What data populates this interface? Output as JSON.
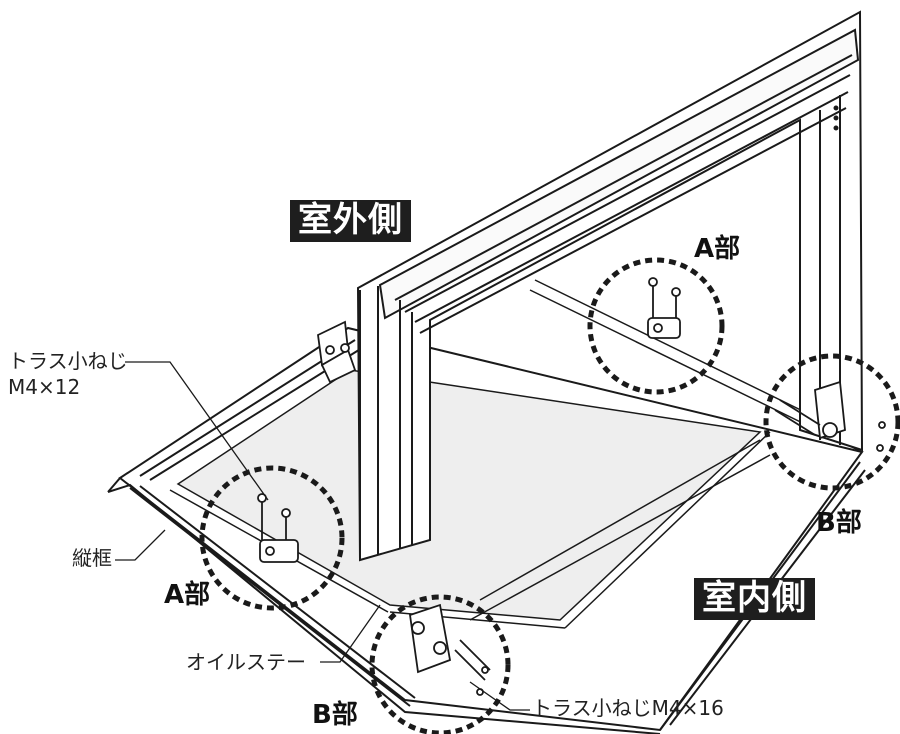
{
  "labels": {
    "outdoor_side": "室外側",
    "indoor_side": "室内側",
    "part_a_top": "A部",
    "part_a_left": "A部",
    "part_b_right": "B部",
    "part_b_bottom": "B部",
    "screw_top_line1": "トラス小ねじ",
    "screw_top_line2": "M4×12",
    "vertical_frame": "縦框",
    "oil_stay": "オイルステー",
    "screw_bottom": "トラス小ねじM4×16"
  },
  "colors": {
    "line": "#1a1a1a",
    "glass": "#eeeeee",
    "tag_background": "#1e1e1e",
    "tag_text": "#ffffff"
  }
}
